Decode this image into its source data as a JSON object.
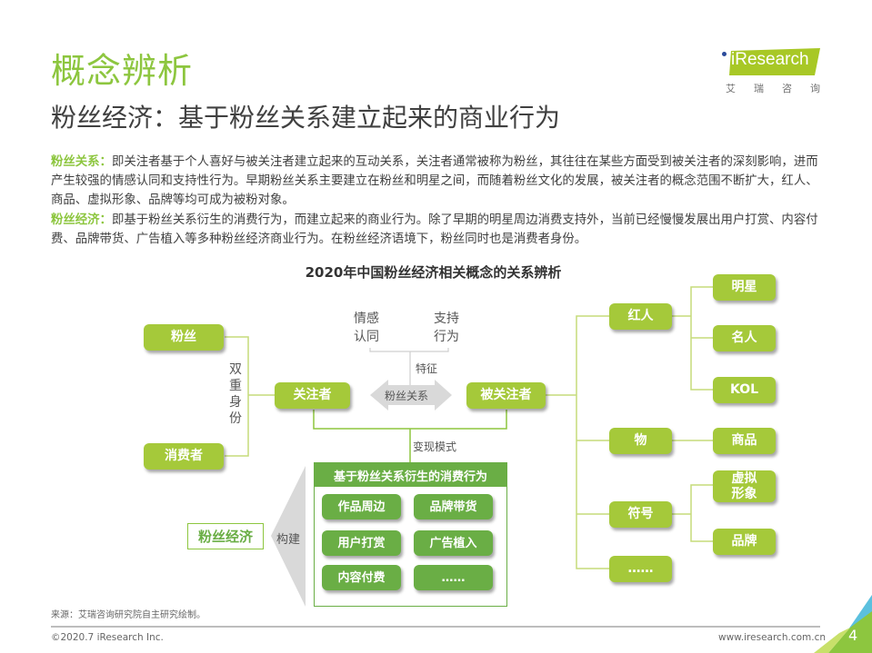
{
  "header": {
    "title": "概念辨析",
    "subtitle": "粉丝经济：基于粉丝关系建立起来的商业行为"
  },
  "logo": {
    "brand": "iResearch",
    "cn_chars": [
      "艾",
      "瑞",
      "咨",
      "询"
    ],
    "badge_color": "#a8c826",
    "dot_color": "#2b4b9b"
  },
  "intro": {
    "p1_lead": "粉丝关系：",
    "p1_text": "即关注者基于个人喜好与被关注者建立起来的互动关系，关注者通常被称为粉丝，其往往在某些方面受到被关注者的深刻影响，进而产生较强的情感认同和支持性行为。早期粉丝关系主要建立在粉丝和明星之间，而随着粉丝文化的发展，被关注者的概念范围不断扩大，红人、商品、虚拟形象、品牌等均可成为被粉对象。",
    "p2_lead": "粉丝经济：",
    "p2_text": "即基于粉丝关系衍生的消费行为，而建立起来的商业行为。除了早期的明星周边消费支持外，当前已经慢慢发展出用户打赏、内容付费、品牌带货、广告植入等多种粉丝经济商业行为。在粉丝经济语境下，粉丝同时也是消费者身份。"
  },
  "diagram": {
    "title": "2020年中国粉丝经济相关概念的关系辨析",
    "colors": {
      "light_green": "#a5c93a",
      "dark_green": "#6aae45",
      "accent": "#8dc63f",
      "arrow_gray": "#d9d9d9"
    },
    "left_nodes": {
      "fans": "粉丝",
      "consumer": "消费者",
      "dual_identity": "双重身份"
    },
    "center": {
      "follower": "关注者",
      "followed": "被关注者",
      "relation": "粉丝关系",
      "feature_label": "特征",
      "feature_1": [
        "情感",
        "认同"
      ],
      "feature_2": [
        "支持",
        "行为"
      ],
      "monetize_label": "变现模式"
    },
    "consumption": {
      "header": "基于粉丝关系衍生的消费行为",
      "items": [
        "作品周边",
        "品牌带货",
        "用户打赏",
        "广告植入",
        "内容付费",
        "……"
      ]
    },
    "fan_economy": {
      "label": "粉丝经济",
      "build_label": "构建"
    },
    "followed_types": [
      {
        "label": "红人",
        "children": [
          "明星",
          "名人",
          "KOL"
        ]
      },
      {
        "label": "物",
        "children": [
          "商品"
        ]
      },
      {
        "label": "符号",
        "children": [
          "虚拟形象",
          "品牌"
        ]
      },
      {
        "label": "……",
        "children": []
      }
    ]
  },
  "footer": {
    "source": "来源：艾瑞咨询研究院自主研究绘制。",
    "copyright": "©2020.7 iResearch Inc.",
    "url": "www.iresearch.com.cn",
    "page_number": "4"
  }
}
